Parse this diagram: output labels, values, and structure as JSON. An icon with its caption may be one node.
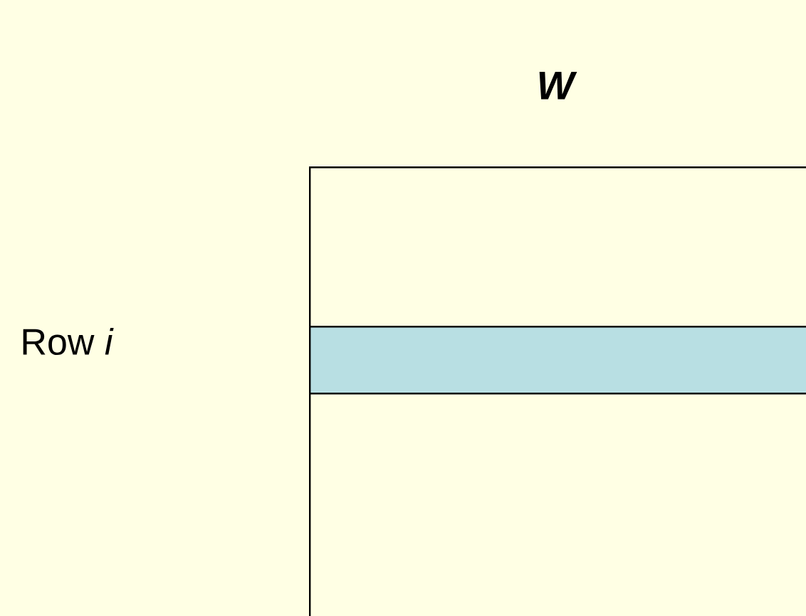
{
  "diagram": {
    "nodes": [
      {
        "text": [
          "W"
        ]
      },
      {
        "text": [],
        "shape": "bar",
        "in": 0
      }
    ],
    "labels": [
      "Row *i*"
    ]
  }
}
